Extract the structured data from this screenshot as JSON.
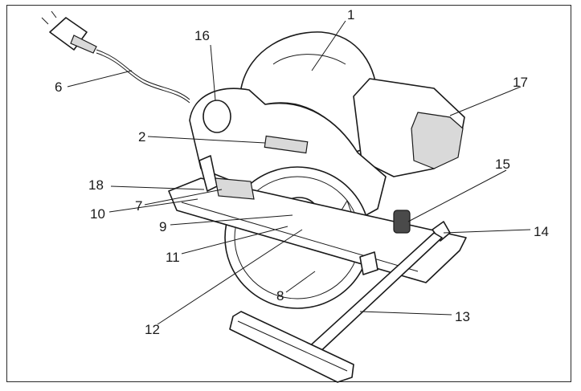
{
  "diagram": {
    "callouts": [
      {
        "id": "c1",
        "text": "1"
      },
      {
        "id": "c2",
        "text": "2"
      },
      {
        "id": "c6",
        "text": "6"
      },
      {
        "id": "c7",
        "text": "7"
      },
      {
        "id": "c8",
        "text": "8"
      },
      {
        "id": "c9",
        "text": "9"
      },
      {
        "id": "c10",
        "text": "10"
      },
      {
        "id": "c11",
        "text": "11"
      },
      {
        "id": "c12",
        "text": "12"
      },
      {
        "id": "c13",
        "text": "13"
      },
      {
        "id": "c14",
        "text": "14"
      },
      {
        "id": "c15",
        "text": "15"
      },
      {
        "id": "c16",
        "text": "16"
      },
      {
        "id": "c17",
        "text": "17"
      },
      {
        "id": "c18",
        "text": "18"
      }
    ]
  }
}
